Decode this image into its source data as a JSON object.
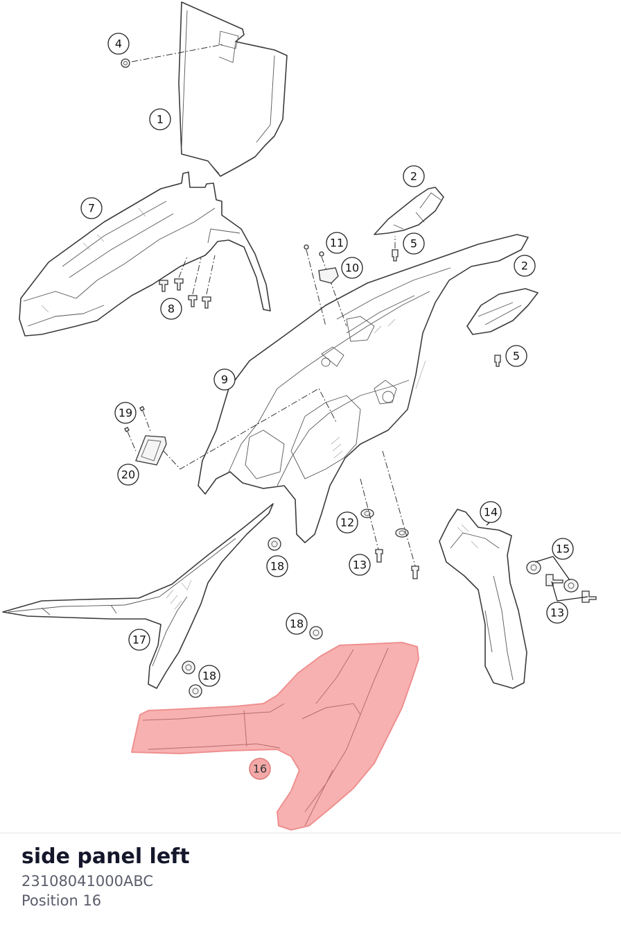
{
  "diagram": {
    "callouts": [
      {
        "label": "1",
        "part": "number-plate"
      },
      {
        "label": "2",
        "part": "fork-guard"
      },
      {
        "label": "2",
        "part": "fork-guard"
      },
      {
        "label": "4",
        "part": "nut"
      },
      {
        "label": "5",
        "part": "screw"
      },
      {
        "label": "5",
        "part": "screw"
      },
      {
        "label": "7",
        "part": "front-fender"
      },
      {
        "label": "8",
        "part": "screws"
      },
      {
        "label": "9",
        "part": "rear-fender"
      },
      {
        "label": "10",
        "part": "clip"
      },
      {
        "label": "11",
        "part": "screws"
      },
      {
        "label": "12",
        "part": "grommet"
      },
      {
        "label": "13",
        "part": "screw"
      },
      {
        "label": "13",
        "part": "screws"
      },
      {
        "label": "14",
        "part": "side-panel-right"
      },
      {
        "label": "15",
        "part": "washers"
      },
      {
        "label": "16",
        "part": "side-panel-left"
      },
      {
        "label": "17",
        "part": "air-box-cover"
      },
      {
        "label": "18",
        "part": "grommet"
      },
      {
        "label": "18",
        "part": "grommet"
      },
      {
        "label": "18",
        "part": "grommet"
      },
      {
        "label": "19",
        "part": "screws"
      },
      {
        "label": "20",
        "part": "connector"
      }
    ],
    "selected_label": "16",
    "highlight_color": "#f6a3a3"
  },
  "selection": {
    "title": "side panel left",
    "part_number": "23108041000ABC",
    "position": "Position 16"
  }
}
